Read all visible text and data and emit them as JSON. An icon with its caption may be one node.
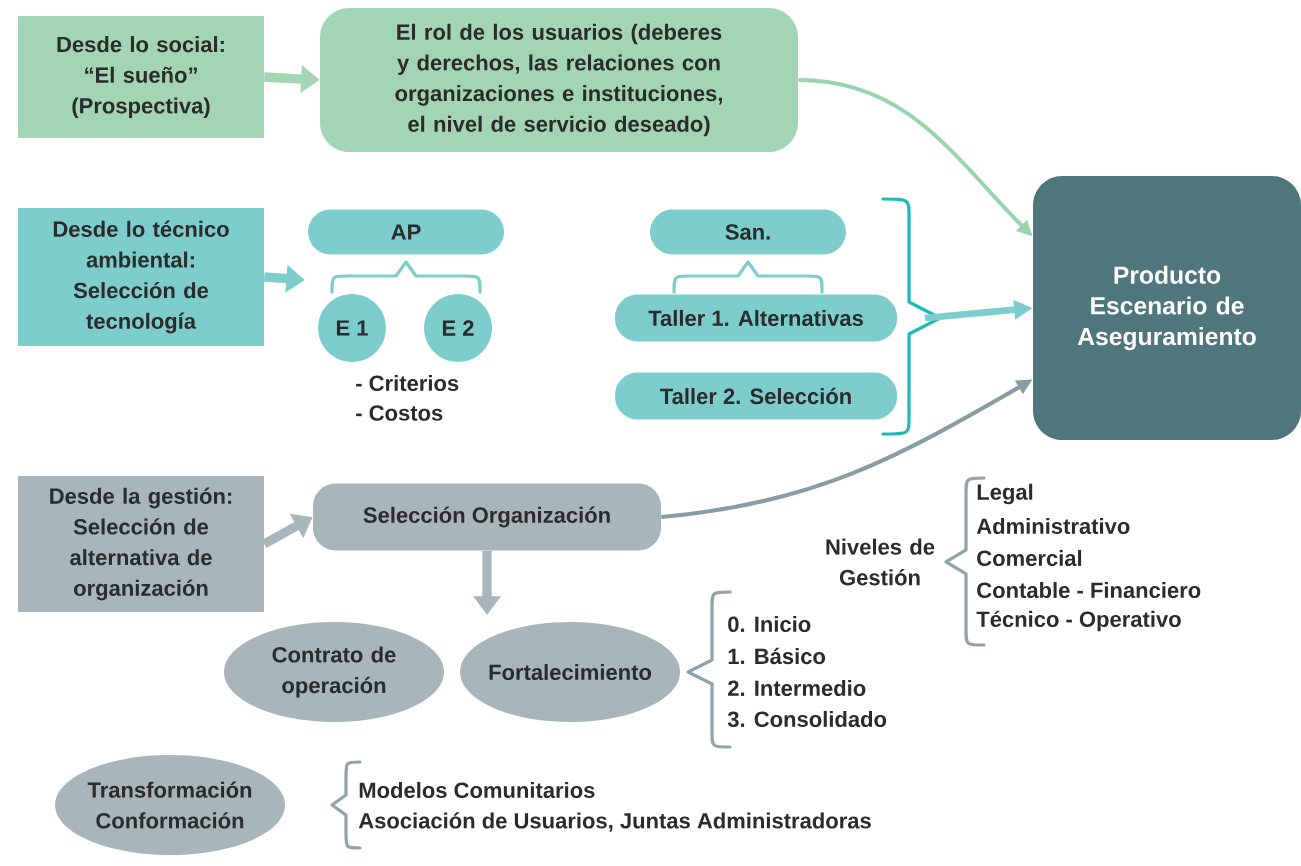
{
  "diagram": {
    "nodes": [
      {
        "text": [
          "Desde lo social: “El sueño” (Prospectiva)"
        ]
      },
      {
        "text": [
          "El rol de los usuarios (deberes y derechos, las relaciones con organizaciones e instituciones, el nivel de servicio deseado)"
        ]
      },
      {
        "text": [
          "Desde lo técnico ambiental: Selección de tecnología"
        ]
      },
      {
        "text": [
          "AP"
        ]
      },
      {
        "text": [
          "E 1"
        ]
      },
      {
        "text": [
          "E 2"
        ]
      },
      {
        "text": [
          "San."
        ]
      },
      {
        "text": [
          "Taller 1. Alternativas"
        ]
      },
      {
        "text": [
          "Taller 2. Selección"
        ]
      },
      {
        "text": [
          "Producto Escenario de Aseguramiento"
        ]
      },
      {
        "text": [
          "Desde la gestión: Selección de alternativa de organización"
        ]
      },
      {
        "text": [
          "Selección Organización"
        ]
      },
      {
        "text": [
          "Contrato de operación"
        ]
      },
      {
        "text": [
          "Fortalecimiento"
        ],
        "beside": [
          "0. Inicio",
          "1. Básico",
          "2. Intermedio",
          "3. Consolidado"
        ]
      },
      {
        "text": [
          "Transformación Conformación"
        ],
        "beside": [
          "Modelos Comunitarios",
          "Asociación de Usuarios, Juntas Administradoras"
        ]
      },
      {
        "text": [],
        "shape": "brace"
      }
    ],
    "edges": [
      {
        "from": 0,
        "to": 1,
        "arrow": "to",
        "color": "#a3d5b5"
      },
      {
        "from": 1,
        "to": 9,
        "arrow": "to",
        "color": "#9ad4ae"
      },
      {
        "from": 2,
        "to": null,
        "arrow": "to",
        "color": "#7ecdcd"
      },
      {
        "from": 15,
        "to": 9,
        "arrow": "to",
        "color": "#7ecdcd"
      },
      {
        "from": 10,
        "to": 11,
        "arrow": "to",
        "color": "#a8b5ba"
      },
      {
        "from": 11,
        "to": 9,
        "arrow": "to",
        "color": "#869da4"
      },
      {
        "from": 11,
        "to": null,
        "arrow": "to",
        "color": "#a8b5ba"
      }
    ],
    "labels": [
      "- Criterios",
      "- Costos",
      "Legal",
      "Administrativo",
      "Comercial",
      "Niveles de Gestión",
      "Contable - Financiero",
      "Técnico - Operativo"
    ]
  }
}
